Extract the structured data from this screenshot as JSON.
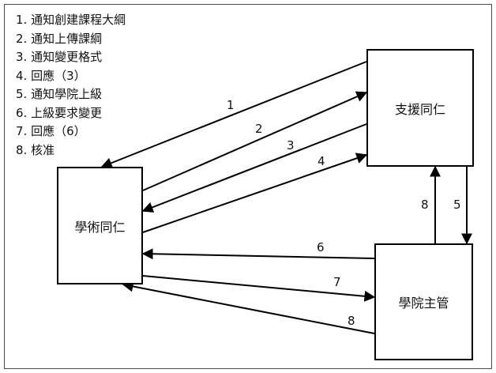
{
  "legend": {
    "items": [
      "1. 通知創建課程大綱",
      "2. 通知上傳課綱",
      "3. 通知變更格式",
      "4. 回應（3）",
      "5. 通知學院上級",
      "6. 上級要求變更",
      "7. 回應（6）",
      "8. 核准"
    ]
  },
  "nodes": {
    "academic": "學術同仁",
    "support": "支援同仁",
    "dean": "學院主管"
  },
  "edges": [
    {
      "id": "e1",
      "label": "1",
      "from": "支援同仁",
      "to": "學術同仁"
    },
    {
      "id": "e2",
      "label": "2",
      "from": "學術同仁",
      "to": "支援同仁"
    },
    {
      "id": "e3",
      "label": "3",
      "from": "支援同仁",
      "to": "學術同仁"
    },
    {
      "id": "e4",
      "label": "4",
      "from": "學術同仁",
      "to": "支援同仁"
    },
    {
      "id": "e5",
      "label": "5",
      "from": "支援同仁",
      "to": "學院主管"
    },
    {
      "id": "e6",
      "label": "6",
      "from": "學院主管",
      "to": "學術同仁"
    },
    {
      "id": "e7",
      "label": "7",
      "from": "學術同仁",
      "to": "學院主管"
    },
    {
      "id": "e8a",
      "label": "8",
      "from": "學院主管",
      "to": "學術同仁"
    },
    {
      "id": "e8b",
      "label": "8",
      "from": "學院主管",
      "to": "支援同仁"
    }
  ]
}
